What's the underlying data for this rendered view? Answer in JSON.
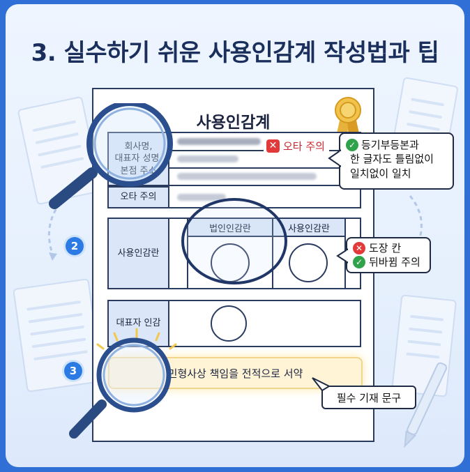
{
  "header": {
    "title": "3. 실수하기 쉬운 사용인감계 작성법과 팁"
  },
  "document": {
    "title": "사용인감계",
    "info_label": "회사명,\n대표자 성명,\n본점 주소",
    "typo_row_label": "오타 주의",
    "seal_section_label": "사용인감란",
    "corp_seal_header": "법인인감란",
    "use_seal_header": "사용인감란",
    "rep_seal_label": "대표자 인감",
    "pledge_text": "민형사상 책임을 전적으로 서약"
  },
  "warning_tag": {
    "icon": "x-mark-icon",
    "text": "오타 주의"
  },
  "callouts": {
    "registry": {
      "icon": "check-icon",
      "line1": "등기부등본과",
      "line2": "한 글자도 틀림없이",
      "line3": "일치없이 일치"
    },
    "stamp": {
      "items": [
        {
          "icon": "x-round-icon",
          "text": "도장 칸"
        },
        {
          "icon": "check-icon",
          "text": "뒤바뀜 주의"
        }
      ]
    },
    "required": {
      "text": "필수 기재 문구"
    }
  },
  "steps": {
    "two": "2",
    "three": "3"
  },
  "colors": {
    "accent": "#2c7be5",
    "frame": "#2f6fd6",
    "warn": "#e23a3a",
    "ok": "#2fa24a",
    "label_fill": "#dbe7f8"
  }
}
